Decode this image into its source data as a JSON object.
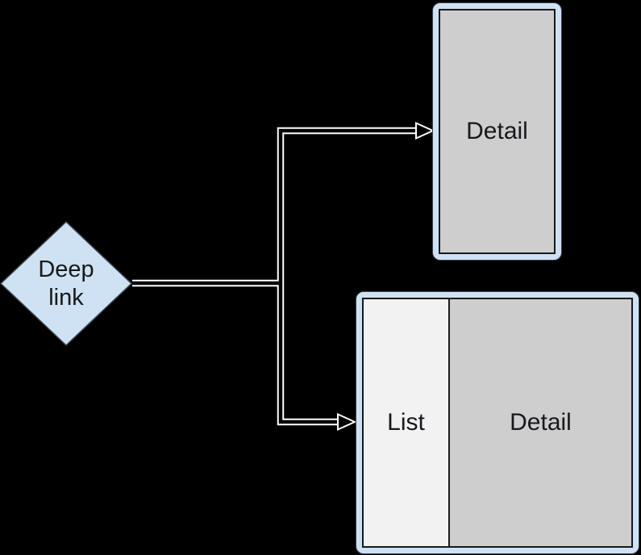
{
  "diagram": {
    "background_color": "#000000",
    "connector_color": "#ffffff",
    "node_fill_color": "#cfe2f3",
    "screen_fill_color": "#cecece",
    "list_fill_color": "#f2f2f2",
    "text_color": "#17191c",
    "deep_link": {
      "type": "decision-diamond",
      "label": "Deep link"
    },
    "detail_screen": {
      "type": "compact-screen-frame",
      "label": "Detail"
    },
    "list_detail_screen": {
      "type": "expanded-screen-frame",
      "list_label": "List",
      "detail_label": "Detail"
    },
    "edges": [
      {
        "from": "deep_link",
        "to": "detail_screen",
        "style": "double-line-open-arrow"
      },
      {
        "from": "deep_link",
        "to": "list_detail_screen",
        "style": "double-line-open-arrow"
      }
    ]
  }
}
